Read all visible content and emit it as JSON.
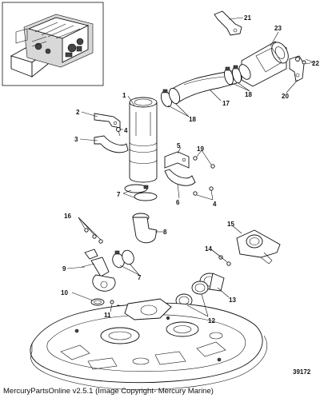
{
  "diagram": {
    "figure_number": "39172",
    "copyright": "MercuryPartsOnline v2.5.1 (Image Copyright- Mercury Marine)",
    "callouts": [
      {
        "id": "c1",
        "label": "1"
      },
      {
        "id": "c2",
        "label": "2"
      },
      {
        "id": "c3",
        "label": "3"
      },
      {
        "id": "c4a",
        "label": "4"
      },
      {
        "id": "c4b",
        "label": "4"
      },
      {
        "id": "c5",
        "label": "5"
      },
      {
        "id": "c6",
        "label": "6"
      },
      {
        "id": "c7a",
        "label": "7"
      },
      {
        "id": "c7b",
        "label": "7"
      },
      {
        "id": "c8",
        "label": "8"
      },
      {
        "id": "c9",
        "label": "9"
      },
      {
        "id": "c10",
        "label": "10"
      },
      {
        "id": "c11",
        "label": "11"
      },
      {
        "id": "c12",
        "label": "12"
      },
      {
        "id": "c13",
        "label": "13"
      },
      {
        "id": "c14",
        "label": "14"
      },
      {
        "id": "c15",
        "label": "15"
      },
      {
        "id": "c16",
        "label": "16"
      },
      {
        "id": "c17",
        "label": "17"
      },
      {
        "id": "c18a",
        "label": "18"
      },
      {
        "id": "c18b",
        "label": "18"
      },
      {
        "id": "c19",
        "label": "19"
      },
      {
        "id": "c20",
        "label": "20"
      },
      {
        "id": "c21",
        "label": "21"
      },
      {
        "id": "c22",
        "label": "22"
      },
      {
        "id": "c23",
        "label": "23"
      }
    ]
  }
}
